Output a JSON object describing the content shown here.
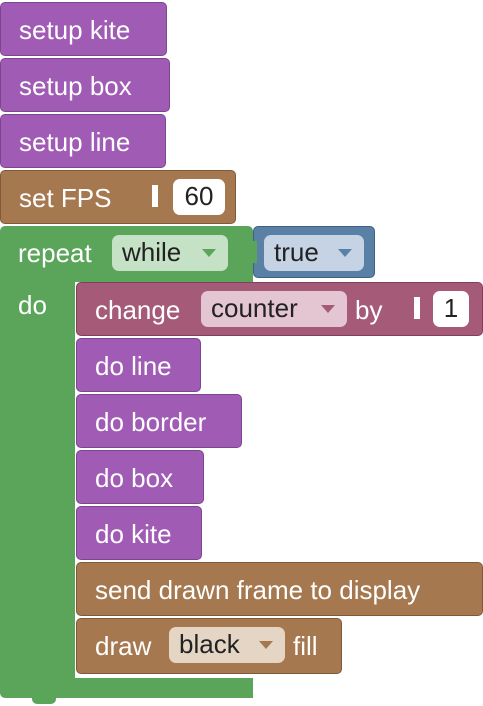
{
  "blocks": {
    "setup_kite": "setup kite",
    "setup_box": "setup box",
    "setup_line": "setup line",
    "set_fps": {
      "label": "set FPS",
      "value": "60"
    },
    "repeat": {
      "label": "repeat",
      "mode": "while",
      "condition": "true",
      "do_label": "do"
    },
    "change": {
      "label": "change",
      "variable": "counter",
      "by_label": "by",
      "amount": "1"
    },
    "do_line": "do line",
    "do_border": "do border",
    "do_box": "do box",
    "do_kite": "do kite",
    "send_frame": "send drawn frame to display",
    "draw_fill": {
      "label": "draw",
      "color": "black",
      "suffix": "fill"
    }
  },
  "colors": {
    "procedure": "#a05bb5",
    "action": "#a5784f",
    "loop": "#5ba55b",
    "variable": "#a55b78",
    "logic": "#5b80a5"
  },
  "icons": [
    "dropdown-arrow-icon"
  ]
}
